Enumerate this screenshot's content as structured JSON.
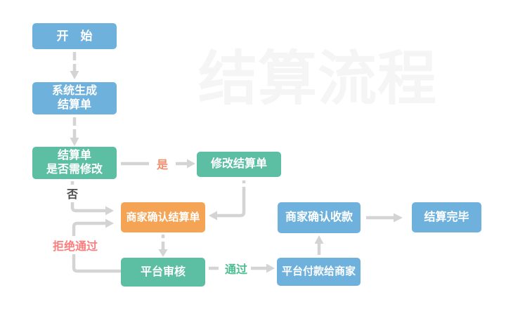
{
  "watermark": {
    "text": "结算流程",
    "color": "#f5f5f5"
  },
  "colors": {
    "node_blue": "#6fb1dd",
    "node_green": "#5cbea2",
    "node_orange": "#f5a455",
    "connector_gray": "#d4d4d4",
    "label_yes": "#f0916e",
    "label_no": "#4d4d4d",
    "label_pass": "#4cbe93",
    "label_reject": "#fb7f7f"
  },
  "nodes": {
    "start": {
      "label": "开　始"
    },
    "generate": {
      "label": "系统生成\n结算单"
    },
    "decision": {
      "label": "结算单\n是否需修改"
    },
    "modify": {
      "label": "修改结算单"
    },
    "merchant_confirm": {
      "label": "商家确认结算单"
    },
    "review": {
      "label": "平台审核"
    },
    "pay": {
      "label": "平台付款给商家"
    },
    "receive": {
      "label": "商家确认收款"
    },
    "finish": {
      "label": "结算完毕"
    }
  },
  "edge_labels": {
    "yes": {
      "text": "是"
    },
    "no": {
      "text": "否"
    },
    "pass": {
      "text": "通过"
    },
    "reject": {
      "text": "拒绝通过"
    }
  }
}
